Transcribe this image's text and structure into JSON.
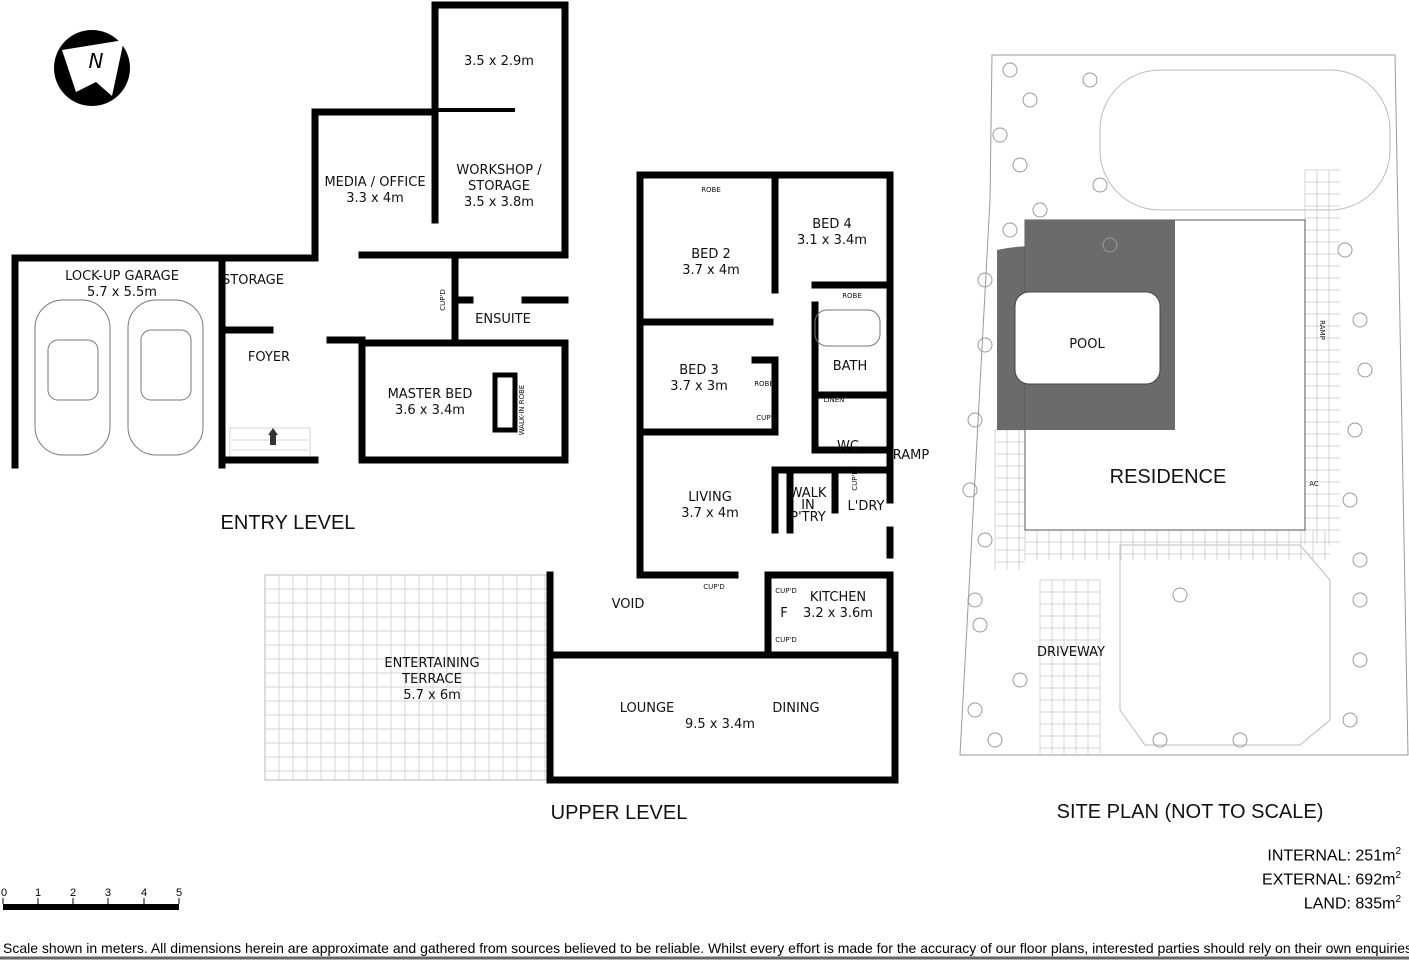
{
  "compass": {
    "label": "N"
  },
  "entry_level": {
    "title": "ENTRY LEVEL",
    "rooms": [
      {
        "name": "LOCK-UP GARAGE",
        "size": "5.7 x 5.5m"
      },
      {
        "name": "MEDIA / OFFICE",
        "size": "3.3 x 4m"
      },
      {
        "name": "WORKSHOP /",
        "name2": "STORAGE",
        "size": "3.5 x 3.8m"
      },
      {
        "size": "3.5 x 2.9m"
      },
      {
        "name": "STORAGE"
      },
      {
        "name": "FOYER"
      },
      {
        "name": "ENSUITE"
      },
      {
        "name": "CUP'D"
      },
      {
        "name": "MASTER BED",
        "size": "3.6 x 3.4m"
      },
      {
        "name": "WALK-IN ROBE"
      }
    ]
  },
  "upper_level": {
    "title": "UPPER LEVEL",
    "rooms": [
      {
        "name": "BED 2",
        "size": "3.7 x 4m"
      },
      {
        "name": "BED 4",
        "size": "3.1 x 3.4m"
      },
      {
        "name": "BED 3",
        "size": "3.7 x 3m"
      },
      {
        "name": "ROBE"
      },
      {
        "name": "ROBE"
      },
      {
        "name": "ROBE"
      },
      {
        "name": "CUP'D"
      },
      {
        "name": "BATH"
      },
      {
        "name": "LINEN"
      },
      {
        "name": "WC"
      },
      {
        "name": "RAMP"
      },
      {
        "name": "LIVING",
        "size": "3.7 x 4m"
      },
      {
        "name": "WALK",
        "name2": "IN",
        "name3": "P'TRY"
      },
      {
        "name": "L'DRY"
      },
      {
        "name": "CUP'D"
      },
      {
        "name": "VOID"
      },
      {
        "name": "CUP'D"
      },
      {
        "name": "KITCHEN",
        "size": "3.2 x 3.6m"
      },
      {
        "name": "CUP'D"
      },
      {
        "name": "F"
      },
      {
        "name": "CUP'D"
      },
      {
        "name": "ENTERTAINING",
        "name2": "TERRACE",
        "size": "5.7 x 6m"
      },
      {
        "name": "LOUNGE"
      },
      {
        "name": "DINING"
      },
      {
        "size": "9.5 x 3.4m"
      }
    ]
  },
  "site_plan": {
    "title": "SITE PLAN (NOT TO SCALE)",
    "labels": {
      "pool": "POOL",
      "residence": "RESIDENCE",
      "ramp": "RAMP",
      "ac": "AC",
      "driveway": "DRIVEWAY"
    },
    "pool_color": "#6b6b6b"
  },
  "areas": {
    "internal_label": "INTERNAL:",
    "internal": "251m",
    "external_label": "EXTERNAL:",
    "external": "692m",
    "land_label": "LAND:",
    "land": "835m",
    "sup": "2"
  },
  "scale": {
    "ticks": [
      "0",
      "1",
      "2",
      "3",
      "4",
      "5"
    ]
  },
  "disclaimer": "Scale shown in meters. All dimensions herein are approximate and gathered from sources believed to be  reliable. Whilst every effort is made for the accuracy of our floor plans, interested parties should rely on their own enquiries."
}
